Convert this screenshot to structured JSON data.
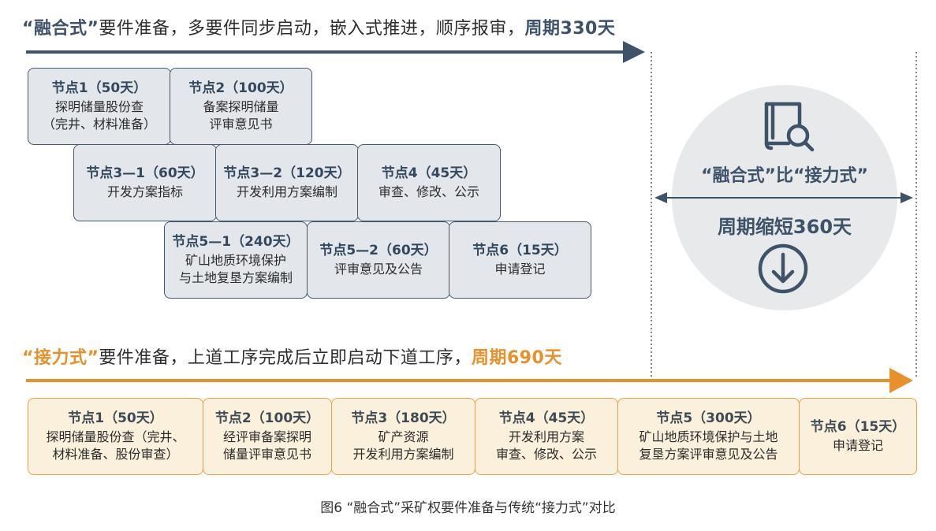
{
  "top": {
    "headline_quote": "“融合式”",
    "headline_text": "要件准备，多要件同步启动，嵌入式推进，顺序报审，",
    "headline_period": "周期330天",
    "nodes": [
      {
        "title": "节点1（50天）",
        "lines": [
          "探明储量股份查",
          "（完井、材料准备）"
        ]
      },
      {
        "title": "节点2（100天）",
        "lines": [
          "备案探明储量",
          "评审意见书"
        ]
      },
      {
        "title": "节点3—1（60天）",
        "lines": [
          "开发方案指标"
        ]
      },
      {
        "title": "节点3—2（120天）",
        "lines": [
          "开发利用方案编制"
        ]
      },
      {
        "title": "节点4（45天）",
        "lines": [
          "审查、修改、公示"
        ]
      },
      {
        "title": "节点5—1（240天）",
        "lines": [
          "矿山地质环境保护",
          "与土地复垦方案编制"
        ]
      },
      {
        "title": "节点5—2（60天）",
        "lines": [
          "评审意见及公告"
        ]
      },
      {
        "title": "节点6（15天）",
        "lines": [
          "申请登记"
        ]
      }
    ]
  },
  "compare": {
    "line1": "“融合式”比“接力式”",
    "line2": "周期缩短360天",
    "book_icon": "book-search-icon",
    "down_icon": "arrow-down-circle-icon"
  },
  "bottom": {
    "headline_quote": "“接力式”",
    "headline_text": "要件准备，上道工序完成后立即启动下道工序，",
    "headline_period": "周期690天",
    "nodes": [
      {
        "title": "节点1（50天）",
        "lines": [
          "探明储量股份查（完井、",
          "材料准备、股份审查）"
        ]
      },
      {
        "title": "节点2（100天）",
        "lines": [
          "经评审备案探明",
          "储量评审意见书"
        ]
      },
      {
        "title": "节点3（180天）",
        "lines": [
          "矿产资源",
          "开发利用方案编制"
        ]
      },
      {
        "title": "节点4（45天）",
        "lines": [
          "开发利用方案",
          "审查、修改、公示"
        ]
      },
      {
        "title": "节点5（300天）",
        "lines": [
          "矿山地质环境保护与土地",
          "复垦方案评审意见及公告"
        ]
      },
      {
        "title": "节点6（15天）",
        "lines": [
          "申请登记"
        ]
      }
    ]
  },
  "caption": "图6 “融合式”采矿权要件准备与传统“接力式”对比",
  "colors": {
    "blue": "#3e536a",
    "orange": "#e8912a",
    "circle": "#e7e9eb"
  }
}
